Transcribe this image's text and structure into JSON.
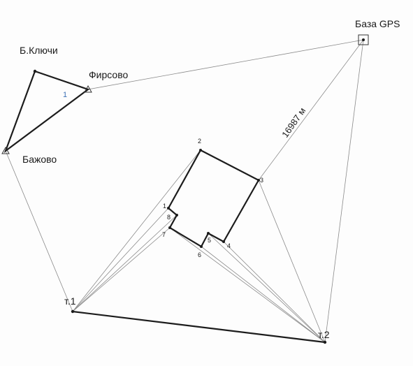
{
  "labels": {
    "base_gps": "База GPS",
    "b_klyuchi": "Б.Ключи",
    "firsovo": "Фирсово",
    "bazhovo": "Бажово",
    "t1": "т.1",
    "t2": "т.2",
    "distance": "16987 м",
    "tick_mark": "1"
  },
  "boundary_points": [
    "1",
    "2",
    "3",
    "4",
    "5",
    "6",
    "7",
    "8"
  ],
  "colors": {
    "thick_line": "#1c1c1c",
    "thin_line": "#8a8a8a",
    "annotation": "#3b6fb5"
  }
}
